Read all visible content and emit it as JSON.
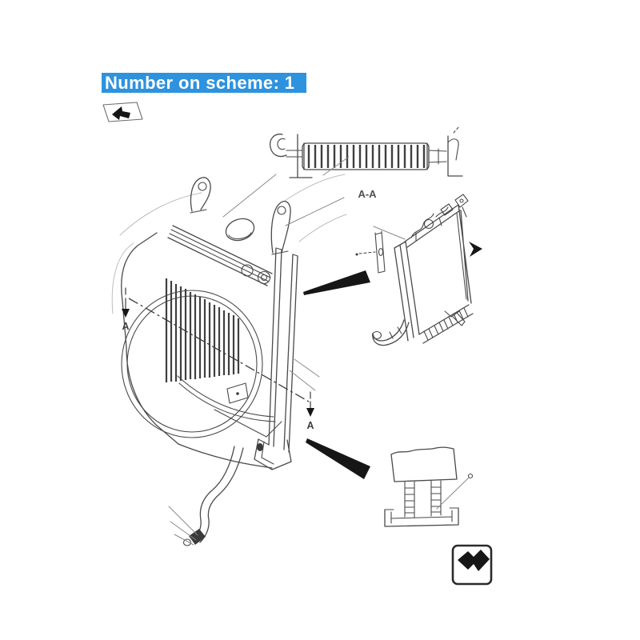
{
  "header": {
    "title": "Number on scheme: 1",
    "bg_color": "#2e92df",
    "text_color": "#ffffff"
  },
  "diagram": {
    "section_label": "A-A",
    "section_marker_left": "A",
    "section_marker_right": "A",
    "line_color": "#4a4a4a",
    "arrow_color": "#161616",
    "background": "#ffffff",
    "parts": [
      "corrugated-hose-section-view",
      "radiator-with-fan-shroud-assembly",
      "radiator-rear-three-quarter-view",
      "rubber-mount-bracket-detail"
    ]
  },
  "icons": {
    "pan_tool": "pan-view-icon",
    "next_nav": "next-arrow-icon"
  }
}
